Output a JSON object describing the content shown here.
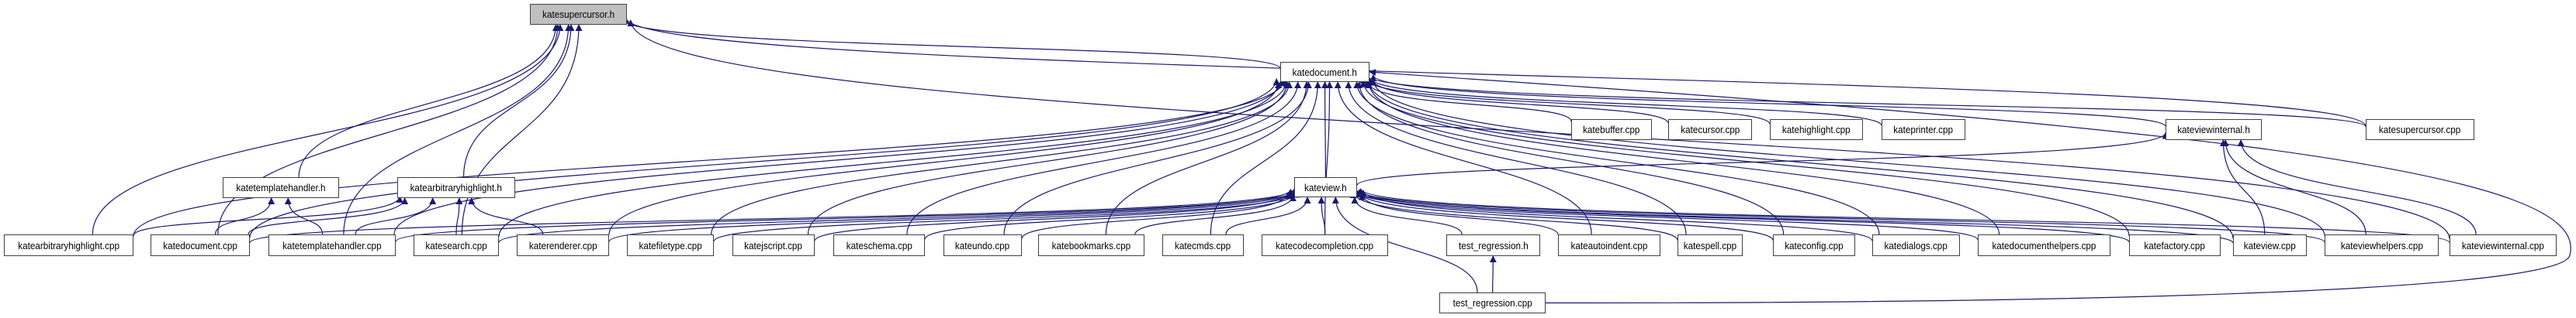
{
  "title": "katesupercursor.h include dependency graph (included by)",
  "colors": {
    "edge": "#191970",
    "root_fill": "#bfbfbf",
    "node_fill": "#ffffff",
    "border": "#404040"
  },
  "nodes": [
    {
      "id": "katesupercursor_h",
      "label": "katesupercursor.h",
      "root": true
    },
    {
      "id": "katedocument_h",
      "label": "katedocument.h"
    },
    {
      "id": "katebuffer_cpp",
      "label": "katebuffer.cpp"
    },
    {
      "id": "katecursor_cpp",
      "label": "katecursor.cpp"
    },
    {
      "id": "katehighlight_cpp",
      "label": "katehighlight.cpp"
    },
    {
      "id": "kateprinter_cpp",
      "label": "kateprinter.cpp"
    },
    {
      "id": "kateviewinternal_h",
      "label": "kateviewinternal.h"
    },
    {
      "id": "katesupercursor_cpp",
      "label": "katesupercursor.cpp"
    },
    {
      "id": "katetemplatehandler_h",
      "label": "katetemplatehandler.h"
    },
    {
      "id": "katearbitraryhighlight_h",
      "label": "katearbitraryhighlight.h"
    },
    {
      "id": "kateview_h",
      "label": "kateview.h"
    },
    {
      "id": "katearbitraryhighlight_cpp",
      "label": "katearbitraryhighlight.cpp"
    },
    {
      "id": "katedocument_cpp",
      "label": "katedocument.cpp"
    },
    {
      "id": "katetemplatehandler_cpp",
      "label": "katetemplatehandler.cpp"
    },
    {
      "id": "katesearch_cpp",
      "label": "katesearch.cpp"
    },
    {
      "id": "katerenderer_cpp",
      "label": "katerenderer.cpp"
    },
    {
      "id": "katefiletype_cpp",
      "label": "katefiletype.cpp"
    },
    {
      "id": "katejscript_cpp",
      "label": "katejscript.cpp"
    },
    {
      "id": "kateschema_cpp",
      "label": "kateschema.cpp"
    },
    {
      "id": "kateundo_cpp",
      "label": "kateundo.cpp"
    },
    {
      "id": "katebookmarks_cpp",
      "label": "katebookmarks.cpp"
    },
    {
      "id": "katecmds_cpp",
      "label": "katecmds.cpp"
    },
    {
      "id": "katecodecompletion_cpp",
      "label": "katecodecompletion.cpp"
    },
    {
      "id": "test_regression_h",
      "label": "test_regression.h"
    },
    {
      "id": "kateautoindent_cpp",
      "label": "kateautoindent.cpp"
    },
    {
      "id": "katespell_cpp",
      "label": "katespell.cpp"
    },
    {
      "id": "kateconfig_cpp",
      "label": "kateconfig.cpp"
    },
    {
      "id": "katedialogs_cpp",
      "label": "katedialogs.cpp"
    },
    {
      "id": "katedocumenthelpers_cpp",
      "label": "katedocumenthelpers.cpp"
    },
    {
      "id": "katefactory_cpp",
      "label": "katefactory.cpp"
    },
    {
      "id": "kateview_cpp",
      "label": "kateview.cpp"
    },
    {
      "id": "kateviewhelpers_cpp",
      "label": "kateviewhelpers.cpp"
    },
    {
      "id": "kateviewinternal_cpp",
      "label": "kateviewinternal.cpp"
    },
    {
      "id": "test_regression_cpp",
      "label": "test_regression.cpp"
    }
  ],
  "edges": [
    [
      "katedocument_h",
      "katesupercursor_h"
    ],
    [
      "katesupercursor_cpp",
      "katesupercursor_h"
    ],
    [
      "kateviewinternal_cpp",
      "katesupercursor_h"
    ],
    [
      "katetemplatehandler_h",
      "katesupercursor_h"
    ],
    [
      "katearbitraryhighlight_h",
      "katesupercursor_h"
    ],
    [
      "katearbitraryhighlight_cpp",
      "katesupercursor_h"
    ],
    [
      "katedocument_cpp",
      "katesupercursor_h"
    ],
    [
      "katetemplatehandler_cpp",
      "katesupercursor_h"
    ],
    [
      "katesearch_cpp",
      "katesupercursor_h"
    ],
    [
      "katebuffer_cpp",
      "katedocument_h"
    ],
    [
      "katecursor_cpp",
      "katedocument_h"
    ],
    [
      "katehighlight_cpp",
      "katedocument_h"
    ],
    [
      "kateprinter_cpp",
      "katedocument_h"
    ],
    [
      "kateviewinternal_h",
      "katedocument_h"
    ],
    [
      "katesupercursor_cpp",
      "katedocument_h"
    ],
    [
      "kateview_h",
      "katedocument_h"
    ],
    [
      "katearbitraryhighlight_cpp",
      "katedocument_h"
    ],
    [
      "katedocument_cpp",
      "katedocument_h"
    ],
    [
      "katetemplatehandler_cpp",
      "katedocument_h"
    ],
    [
      "katesearch_cpp",
      "katedocument_h"
    ],
    [
      "katerenderer_cpp",
      "katedocument_h"
    ],
    [
      "katefiletype_cpp",
      "katedocument_h"
    ],
    [
      "katejscript_cpp",
      "katedocument_h"
    ],
    [
      "kateschema_cpp",
      "katedocument_h"
    ],
    [
      "kateundo_cpp",
      "katedocument_h"
    ],
    [
      "katebookmarks_cpp",
      "katedocument_h"
    ],
    [
      "katecmds_cpp",
      "katedocument_h"
    ],
    [
      "katecodecompletion_cpp",
      "katedocument_h"
    ],
    [
      "kateautoindent_cpp",
      "katedocument_h"
    ],
    [
      "katespell_cpp",
      "katedocument_h"
    ],
    [
      "kateconfig_cpp",
      "katedocument_h"
    ],
    [
      "katedialogs_cpp",
      "katedocument_h"
    ],
    [
      "katedocumenthelpers_cpp",
      "katedocument_h"
    ],
    [
      "katefactory_cpp",
      "katedocument_h"
    ],
    [
      "kateview_cpp",
      "katedocument_h"
    ],
    [
      "kateviewhelpers_cpp",
      "katedocument_h"
    ],
    [
      "test_regression_cpp",
      "katedocument_h"
    ],
    [
      "kateview_h",
      "kateviewinternal_h"
    ],
    [
      "kateview_cpp",
      "kateviewinternal_h"
    ],
    [
      "kateviewhelpers_cpp",
      "kateviewinternal_h"
    ],
    [
      "kateviewinternal_cpp",
      "kateviewinternal_h"
    ],
    [
      "katedocument_cpp",
      "katetemplatehandler_h"
    ],
    [
      "katetemplatehandler_cpp",
      "katetemplatehandler_h"
    ],
    [
      "katearbitraryhighlight_cpp",
      "katearbitraryhighlight_h"
    ],
    [
      "katedocument_cpp",
      "katearbitraryhighlight_h"
    ],
    [
      "katetemplatehandler_cpp",
      "katearbitraryhighlight_h"
    ],
    [
      "katesearch_cpp",
      "katearbitraryhighlight_h"
    ],
    [
      "katerenderer_cpp",
      "katearbitraryhighlight_h"
    ],
    [
      "katedocument_cpp",
      "kateview_h"
    ],
    [
      "katetemplatehandler_cpp",
      "kateview_h"
    ],
    [
      "katesearch_cpp",
      "kateview_h"
    ],
    [
      "katerenderer_cpp",
      "kateview_h"
    ],
    [
      "katefiletype_cpp",
      "kateview_h"
    ],
    [
      "katejscript_cpp",
      "kateview_h"
    ],
    [
      "kateschema_cpp",
      "kateview_h"
    ],
    [
      "kateundo_cpp",
      "kateview_h"
    ],
    [
      "katebookmarks_cpp",
      "kateview_h"
    ],
    [
      "katecmds_cpp",
      "kateview_h"
    ],
    [
      "katecodecompletion_cpp",
      "kateview_h"
    ],
    [
      "test_regression_h",
      "kateview_h"
    ],
    [
      "kateautoindent_cpp",
      "kateview_h"
    ],
    [
      "katespell_cpp",
      "kateview_h"
    ],
    [
      "kateconfig_cpp",
      "kateview_h"
    ],
    [
      "katedialogs_cpp",
      "kateview_h"
    ],
    [
      "katedocumenthelpers_cpp",
      "kateview_h"
    ],
    [
      "katefactory_cpp",
      "kateview_h"
    ],
    [
      "kateview_cpp",
      "kateview_h"
    ],
    [
      "kateviewhelpers_cpp",
      "kateview_h"
    ],
    [
      "kateviewinternal_cpp",
      "kateview_h"
    ],
    [
      "test_regression_cpp",
      "kateview_h"
    ],
    [
      "test_regression_cpp",
      "test_regression_h"
    ]
  ]
}
